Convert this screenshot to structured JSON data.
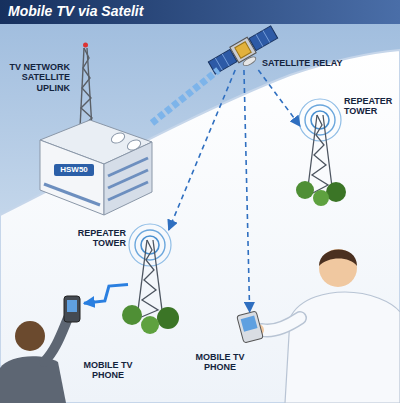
{
  "diagram": {
    "title": "Mobile TV via Satelit",
    "nodes": [
      {
        "text": [
          "TV NETWORK SATELLITE UPLINK"
        ]
      },
      {
        "text": [
          "SATELLITE RELAY"
        ]
      },
      {
        "text": [
          "REPEATER TOWER"
        ]
      },
      {
        "text": [
          "REPEATER TOWER"
        ]
      },
      {
        "text": [
          "MOBILE TV PHONE"
        ]
      },
      {
        "text": [
          "MOBILE TV PHONE"
        ]
      }
    ],
    "edges": [
      {
        "from": 0,
        "to": 1,
        "arrow": "none"
      },
      {
        "from": 1,
        "to": 2,
        "arrow": "to"
      },
      {
        "from": 1,
        "to": 3,
        "arrow": "to"
      },
      {
        "from": 1,
        "to": 5,
        "arrow": "to"
      },
      {
        "from": 3,
        "to": 4,
        "arrow": "to"
      }
    ],
    "labels": [
      "HSW50"
    ]
  }
}
